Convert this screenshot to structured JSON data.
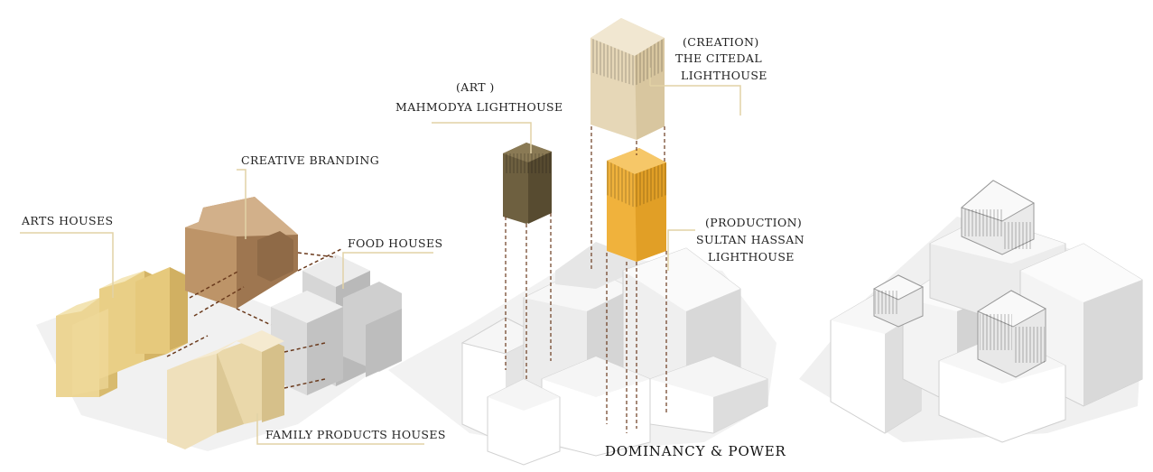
{
  "labels": {
    "arts_houses": "ARTS HOUSES",
    "creative_branding": "CREATIVE BRANDING",
    "food_houses": "FOOD HOUSES",
    "family_products_houses": "FAMILY PRODUCTS HOUSES",
    "art_tag": "(ART )",
    "mahmodya": "MAHMODYA LIGHTHOUSE",
    "creation_tag": "(CREATION)",
    "citedal_1": "THE CITEDAL",
    "citedal_2": "LIGHTHOUSE",
    "production_tag": "(PRODUCTION)",
    "sultan_1": "SULTAN HASSAN",
    "sultan_2": "LIGHTHOUSE"
  },
  "title": "DOMINANCY & POWER",
  "colors": {
    "arts": "#e8cf8a",
    "branding": "#b98f65",
    "food": "#c9c9c9",
    "family": "#ecdcb6",
    "mahmodya": "#6e6040",
    "citedal": "#e9dcbf",
    "sultan": "#f0b23c",
    "leader": "#e2d2a6",
    "connector": "#6b3b1e"
  }
}
